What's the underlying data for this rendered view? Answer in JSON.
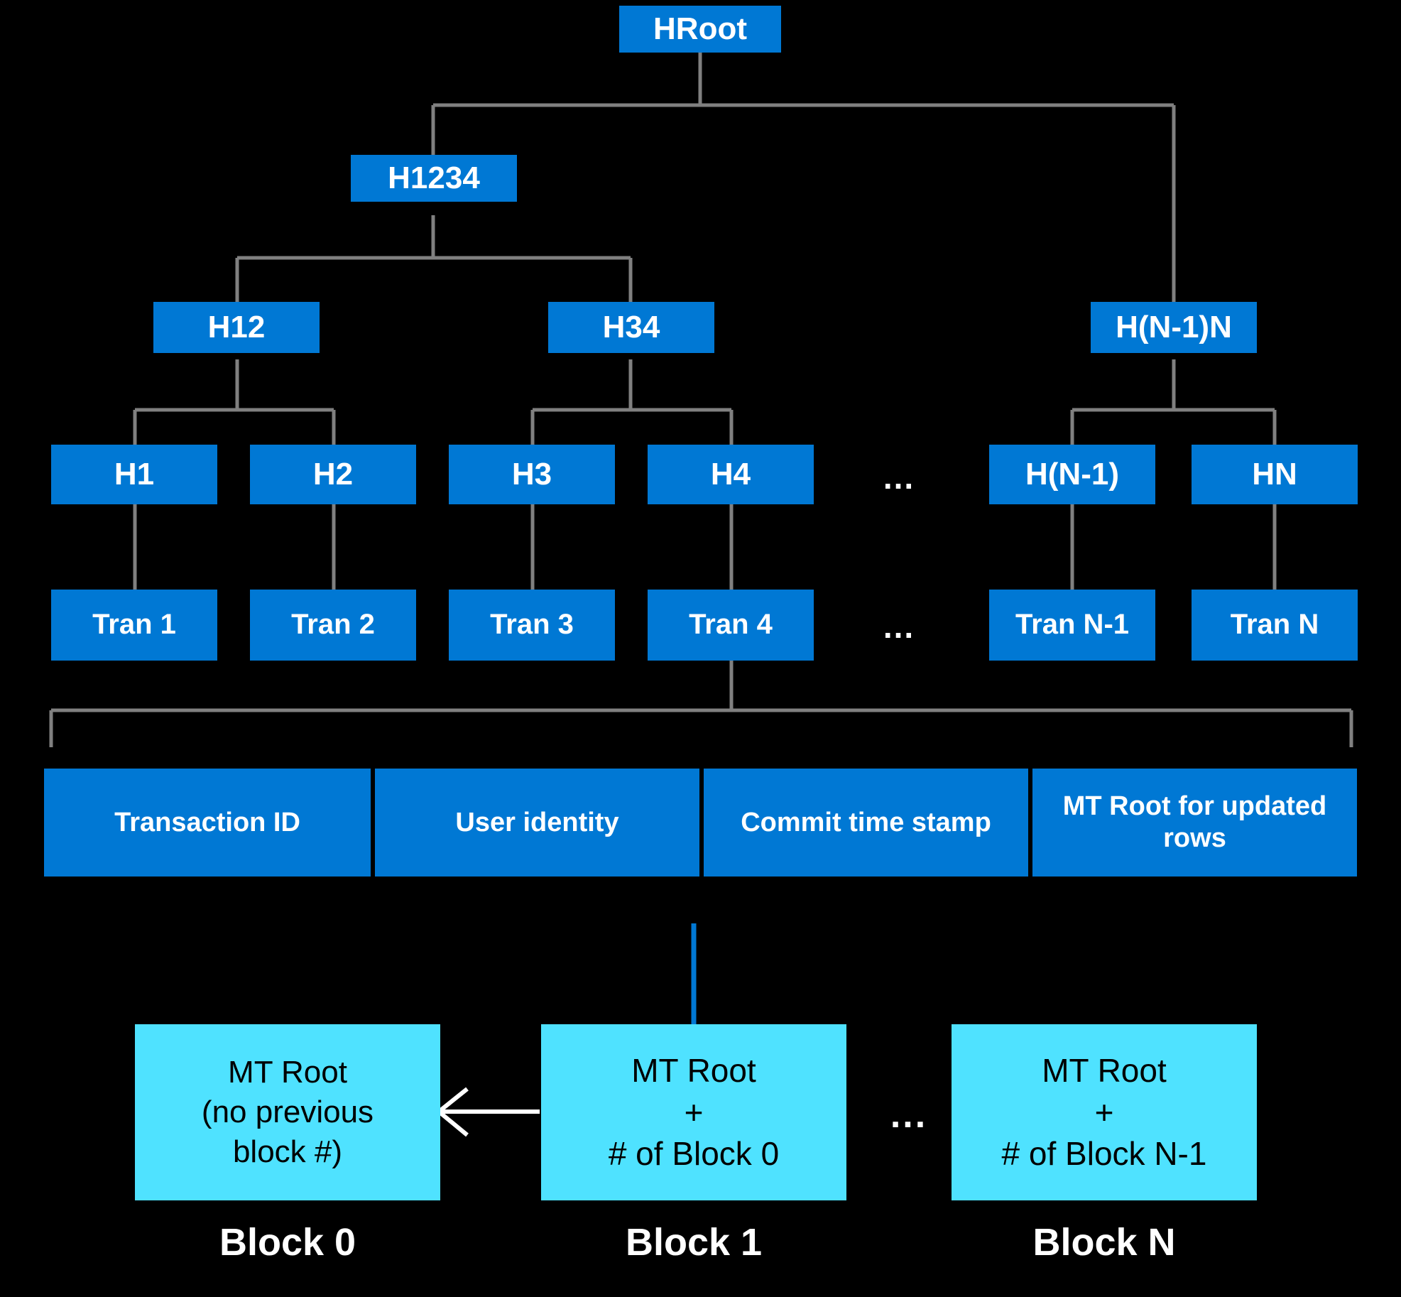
{
  "diagram": {
    "title": "Merkle tree over transactions anchored into a blockchain",
    "colors": {
      "background": "#000000",
      "node_blue": "#0078D4",
      "block_cyan": "#4FE2FF",
      "wire_gray": "#808080",
      "wire_blue": "#0078D4",
      "arrow_white": "#FFFFFF",
      "node_text": "#FFFFFF",
      "block_text": "#000000"
    }
  },
  "tree": {
    "root": {
      "label": "HRoot"
    },
    "level2": [
      {
        "label": "H1234"
      }
    ],
    "level3": [
      {
        "label": "H12"
      },
      {
        "label": "H34"
      },
      {
        "label": "H(N-1)N"
      }
    ],
    "level4": [
      {
        "label": "H1"
      },
      {
        "label": "H2"
      },
      {
        "label": "H3"
      },
      {
        "label": "H4"
      },
      {
        "label": "H(N-1)"
      },
      {
        "label": "HN"
      }
    ],
    "level4_ellipsis": "...",
    "transactions": [
      {
        "label": "Tran 1"
      },
      {
        "label": "Tran 2"
      },
      {
        "label": "Tran 3"
      },
      {
        "label": "Tran 4"
      },
      {
        "label": "Tran N-1"
      },
      {
        "label": "Tran N"
      }
    ],
    "transactions_ellipsis": "..."
  },
  "transaction_record": {
    "cells": [
      {
        "label": "Transaction ID"
      },
      {
        "label": "User identity"
      },
      {
        "label": "Commit time stamp"
      },
      {
        "label": "MT Root for updated rows"
      }
    ]
  },
  "blockchain": {
    "ellipsis": "...",
    "blocks": [
      {
        "caption": "Block 0",
        "lines": [
          "MT Root",
          "(no previous",
          "block #)"
        ]
      },
      {
        "caption": "Block 1",
        "lines": [
          "MT Root",
          "+",
          "# of Block 0"
        ]
      },
      {
        "caption": "Block N",
        "lines": [
          "MT Root",
          "+",
          "# of Block N-1"
        ]
      }
    ]
  }
}
